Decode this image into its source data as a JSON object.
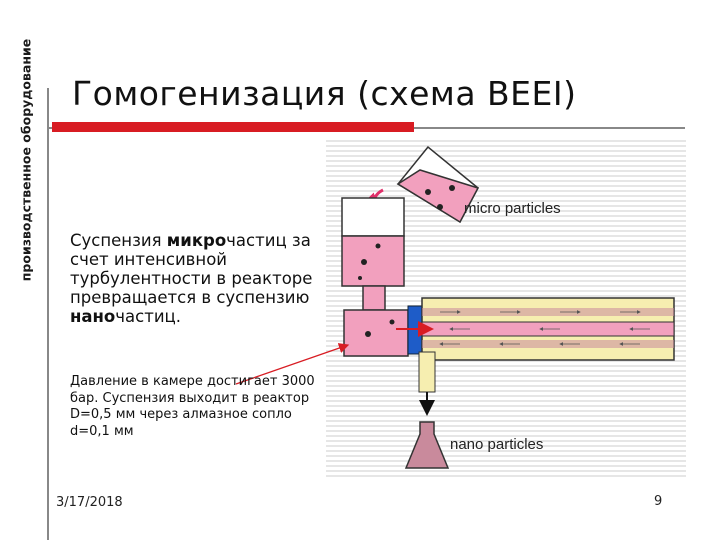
{
  "sidebar": {
    "label": "производственное оборудование"
  },
  "slide": {
    "title": "Гомогенизация (схема BEEI)",
    "para1": {
      "pre1": "Суспензия ",
      "bold1": "микро",
      "mid": "частиц за счет интенсивной турбулентности в реакторе превращается в суспензию ",
      "bold2": "нано",
      "post": "частиц."
    },
    "para2": "Давление в камере достигает 3000 бар. Суспензия выходит в реактор D=0,5 мм через алмазное сопло d=0,1 мм",
    "date": "3/17/2018",
    "page_number": "9"
  },
  "diagram": {
    "label_micro": "micro particles",
    "label_nano": "nano particles",
    "colors": {
      "pink": "#f2a0be",
      "yellow": "#f6eeb0",
      "blue": "#1e5cc8",
      "red": "#d81c23",
      "mauve": "#c98a9c"
    }
  }
}
